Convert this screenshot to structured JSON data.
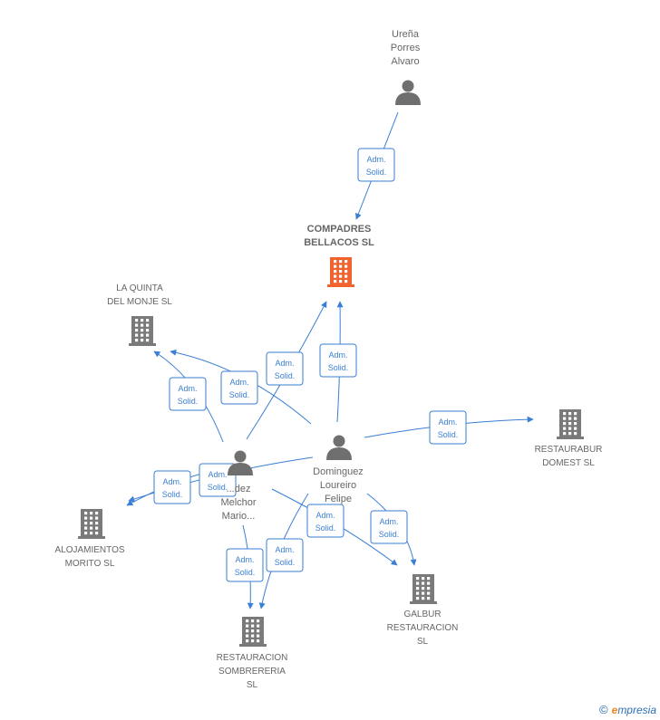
{
  "colors": {
    "edge": "#3a7fd5",
    "building_gray": "#7a7a7a",
    "building_focus": "#f0622e",
    "person": "#6f6f6f"
  },
  "people": [
    {
      "id": "urena",
      "lines": [
        "Ureña",
        "Porres",
        "Alvaro"
      ]
    },
    {
      "id": "dominguez",
      "lines": [
        "Dominguez",
        "Loureiro",
        "Felipe"
      ]
    },
    {
      "id": "melchor",
      "lines": [
        "...dez",
        "Melchor",
        "Mario..."
      ]
    }
  ],
  "companies": [
    {
      "id": "compadres",
      "lines": [
        "COMPADRES",
        "BELLACOS  SL"
      ],
      "focus": true
    },
    {
      "id": "quinta",
      "lines": [
        "LA QUINTA",
        "DEL MONJE  SL"
      ]
    },
    {
      "id": "restaurabur",
      "lines": [
        "RESTAURABUR",
        "DOMEST  SL"
      ]
    },
    {
      "id": "alojamientos",
      "lines": [
        "ALOJAMIENTOS",
        "MORITO  SL"
      ]
    },
    {
      "id": "galbur",
      "lines": [
        "GALBUR",
        "RESTAURACION",
        "SL"
      ]
    },
    {
      "id": "sombrereria",
      "lines": [
        "RESTAURACION",
        "SOMBRERERIA",
        "SL"
      ]
    }
  ],
  "edge_label": [
    "Adm.",
    "Solid."
  ],
  "edges": [
    {
      "from": "urena",
      "to": "compadres"
    },
    {
      "from": "dominguez",
      "to": "compadres"
    },
    {
      "from": "melchor",
      "to": "compadres"
    },
    {
      "from": "dominguez",
      "to": "quinta"
    },
    {
      "from": "melchor",
      "to": "quinta"
    },
    {
      "from": "dominguez",
      "to": "restaurabur"
    },
    {
      "from": "dominguez",
      "to": "alojamientos"
    },
    {
      "from": "melchor",
      "to": "alojamientos"
    },
    {
      "from": "dominguez",
      "to": "galbur"
    },
    {
      "from": "melchor",
      "to": "galbur"
    },
    {
      "from": "dominguez",
      "to": "sombrereria"
    },
    {
      "from": "melchor",
      "to": "sombrereria"
    }
  ],
  "credit": {
    "symbol": "©",
    "brand_initial": "e",
    "brand_rest": "mpresia"
  }
}
